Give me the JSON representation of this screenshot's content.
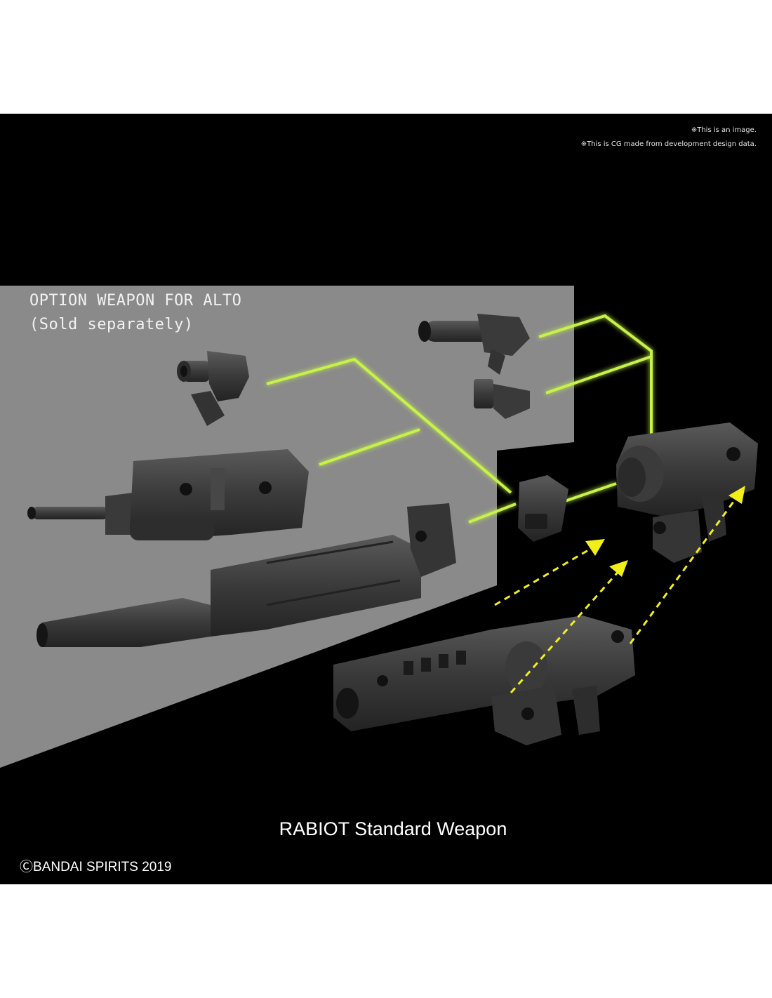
{
  "notes": {
    "line1": "※This is an image.",
    "line2": "※This is CG made from development design data."
  },
  "option_panel": {
    "title": "OPTION WEAPON FOR ALTO",
    "subtitle": "(Sold separately)"
  },
  "caption": "RABIOT Standard Weapon",
  "copyright": "ⒸBANDAI SPIRITS 2019",
  "colors": {
    "background": "#000000",
    "panel": "#8a8a8a",
    "connector": "#c6f24a",
    "arrow": "#f2ee1a",
    "part": "#3b3b3b"
  }
}
